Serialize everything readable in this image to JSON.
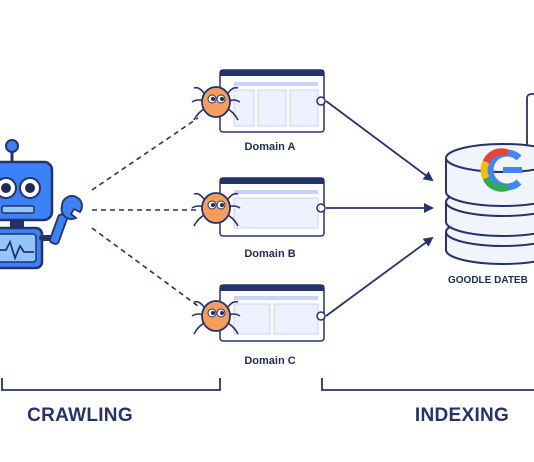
{
  "domains": [
    {
      "label": "Domain A"
    },
    {
      "label": "Domain B"
    },
    {
      "label": "Domain C"
    }
  ],
  "database": {
    "label": "GOODLE DATEB",
    "logo_letter": "G"
  },
  "sections": {
    "left": "CRAWLING",
    "right": "INDEXING"
  },
  "icons": [
    "robot-icon",
    "wrench-icon",
    "spider-icon",
    "browser-window-icon",
    "database-icon",
    "google-logo-icon"
  ],
  "colors": {
    "navy": "#27326a",
    "robot_blue": "#3b82f6",
    "robot_light": "#93c5fd",
    "spider_orange": "#f59e5b",
    "window_fill": "#eef2ff",
    "db_fill": "#f1f5fb"
  }
}
